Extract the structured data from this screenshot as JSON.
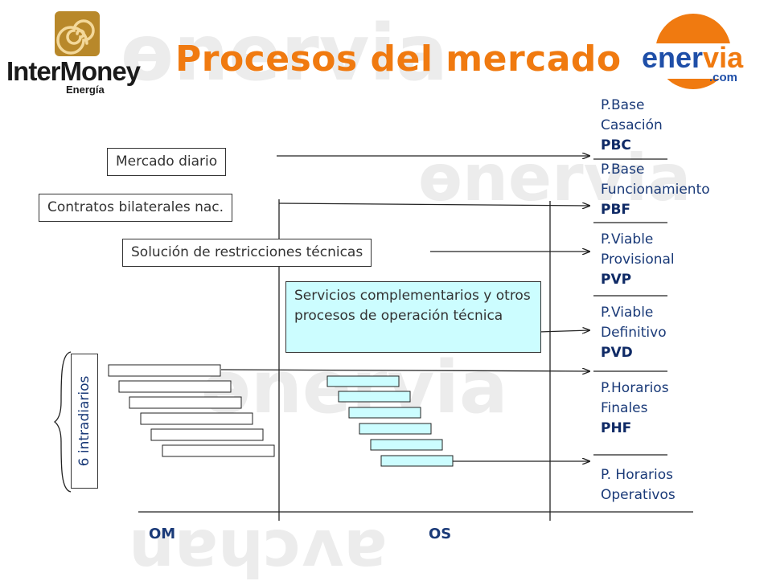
{
  "title": "Procesos del mercado",
  "logos": {
    "intermoney": {
      "name": "InterMoney",
      "sub": "Energía"
    },
    "enervia": {
      "part1": "ener",
      "part2": "via",
      "domain": ".com"
    }
  },
  "watermark_text": [
    "ɵnervia",
    "ɵnervia",
    "ɵnervia",
    "uɐɥɔʌɐ"
  ],
  "processes": {
    "mercado_diario": "Mercado diario",
    "contratos": "Contratos bilaterales nac.",
    "restricciones": "Solución de restricciones técnicas",
    "servicios": "Servicios complementarios y otros procesos de operación técnica",
    "intradiarios": "6 intradiarios"
  },
  "programs": [
    {
      "line1": "P.Base",
      "line2": "Casación",
      "code": "PBC"
    },
    {
      "line1": "P.Base",
      "line2": "Funcionamiento",
      "code": "PBF"
    },
    {
      "line1": "P.Viable",
      "line2": "Provisional",
      "code": "PVP"
    },
    {
      "line1": "P.Viable",
      "line2": "Definitivo",
      "code": "PVD"
    },
    {
      "line1": "P.Horarios",
      "line2": "Finales",
      "code": "PHF"
    },
    {
      "line1": "P. Horarios",
      "line2": "Operativos",
      "code": ""
    }
  ],
  "axis": {
    "om": "OM",
    "os": "OS"
  },
  "colors": {
    "title": "#f07a10",
    "cyan": "#ccfdff",
    "label": "#1a3a78",
    "enervia_blue": "#1f4fa8",
    "enervia_orange": "#f07a10"
  }
}
